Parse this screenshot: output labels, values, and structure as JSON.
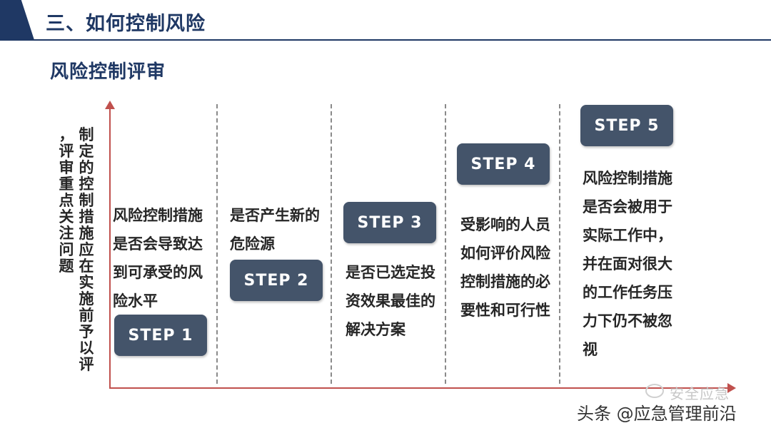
{
  "header": {
    "title": "三、如何控制风险"
  },
  "section": {
    "title": "风险控制评审"
  },
  "axis": {
    "label_col1": "制定的控制措施应在实施前予以评",
    "label_col2": "，评审重点关注问题"
  },
  "steps": [
    {
      "label": "STEP 1",
      "text": "风险控制措施是否会导致达到可承受的风险水平"
    },
    {
      "label": "STEP 2",
      "text": "是否产生新的危险源"
    },
    {
      "label": "STEP 3",
      "text": "是否已选定投资效果最佳的解决方案"
    },
    {
      "label": "STEP 4",
      "text": "受影响的人员如何评价风险控制措施的必要性和可行性"
    },
    {
      "label": "STEP 5",
      "text": "风险控制措施是否会被用于实际工作中，并在面对很大的工作任务压力下仍不被忽视"
    }
  ],
  "watermark": {
    "account": "安全应急",
    "source": "头条 @应急管理前沿"
  },
  "colors": {
    "brand": "#1f3864",
    "step_box": "#44546a",
    "axis": "#c0504d"
  }
}
